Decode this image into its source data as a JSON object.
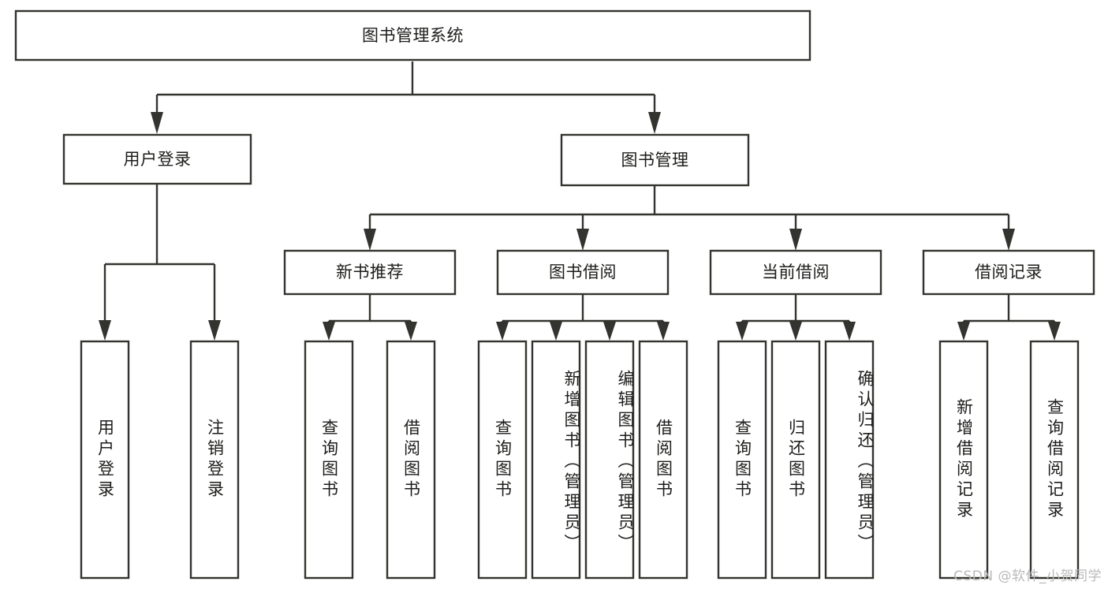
{
  "diagram": {
    "type": "tree",
    "title": "图书管理系统",
    "orientation": "top-down",
    "colors": {
      "stroke": "#33342f",
      "fill": "#ffffff",
      "text": "#1d1d1b",
      "watermark": "#b9b9b9"
    },
    "root": {
      "label": "图书管理系统"
    },
    "level2": [
      {
        "label": "用户登录"
      },
      {
        "label": "图书管理"
      }
    ],
    "level3": [
      {
        "label": "新书推荐"
      },
      {
        "label": "图书借阅"
      },
      {
        "label": "当前借阅"
      },
      {
        "label": "借阅记录"
      }
    ],
    "leaves": {
      "user_login": [
        {
          "label": "用户登录"
        },
        {
          "label": "注销登录"
        }
      ],
      "new_book_recommend": [
        {
          "label": "查询图书"
        },
        {
          "label": "借阅图书"
        }
      ],
      "book_borrow": [
        {
          "label": "查询图书"
        },
        {
          "label": "新增图书（管理员）"
        },
        {
          "label": "编辑图书（管理员）"
        },
        {
          "label": "借阅图书"
        }
      ],
      "current_borrow": [
        {
          "label": "查询图书"
        },
        {
          "label": "归还图书"
        },
        {
          "label": "确认归还（管理员）"
        }
      ],
      "borrow_record": [
        {
          "label": "新增借阅记录"
        },
        {
          "label": "查询借阅记录"
        }
      ]
    },
    "watermark": "CSDN @软件_小贺同学"
  }
}
